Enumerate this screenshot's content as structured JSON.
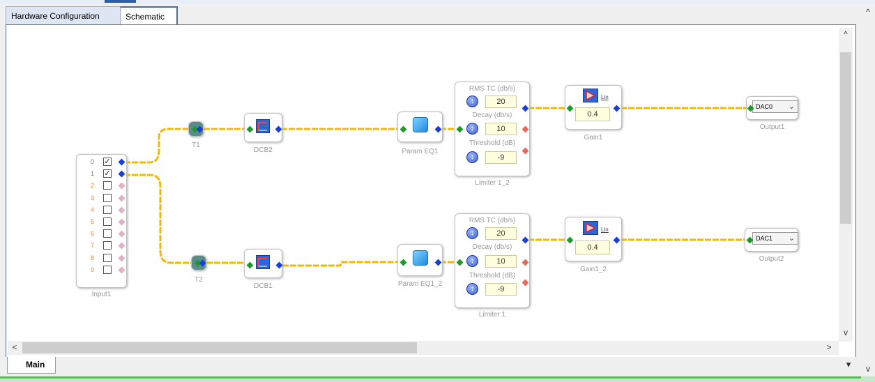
{
  "tabs": [
    {
      "label": "Hardware Configuration"
    },
    {
      "label": "Schematic"
    }
  ],
  "bottom_tab": {
    "label": "Main"
  },
  "scroll_arrows": {
    "up": "^",
    "down": "v",
    "left": "<",
    "right": ">",
    "dropdown": "▾"
  },
  "colors": {
    "wire": "#f5b800",
    "pin_out": "#1a3fd6",
    "pin_in": "#1a9b2a",
    "value_box": "#ffffe0"
  },
  "blocks": {
    "input1": {
      "label": "Input1",
      "rows": [
        "0",
        "1",
        "2",
        "3",
        "4",
        "5",
        "6",
        "7",
        "8",
        "9"
      ],
      "checked_rows": [
        "0",
        "1"
      ],
      "check_mark": "✓"
    },
    "t1": {
      "label": "T1"
    },
    "t2": {
      "label": "T2"
    },
    "dcb2": {
      "label": "DCB2"
    },
    "dcb1": {
      "label": "DCB1"
    },
    "param_eq1": {
      "label": "Param EQ1"
    },
    "param_eq1_2": {
      "label": "Param EQ1_2"
    },
    "limiter1_2": {
      "label": "Limiter 1_2",
      "rms_label": "RMS TC (db/s)",
      "rms": "20",
      "decay_label": "Decay (db/s)",
      "decay": "10",
      "threshold_label": "Threshold (dB)",
      "threshold": "-9"
    },
    "limiter1": {
      "label": "Limiter 1",
      "rms_label": "RMS TC (db/s)",
      "rms": "20",
      "decay_label": "Decay (db/s)",
      "decay": "10",
      "threshold_label": "Threshold (dB)",
      "threshold": "-9"
    },
    "gain1": {
      "label": "Gain1",
      "link": "Lin",
      "value": "0.4"
    },
    "gain1_2": {
      "label": "Gain1_2",
      "link": "Lin",
      "value": "0.4"
    },
    "output1": {
      "label": "Output1",
      "select": "DAC0"
    },
    "output2": {
      "label": "Output2",
      "select": "DAC1"
    }
  }
}
